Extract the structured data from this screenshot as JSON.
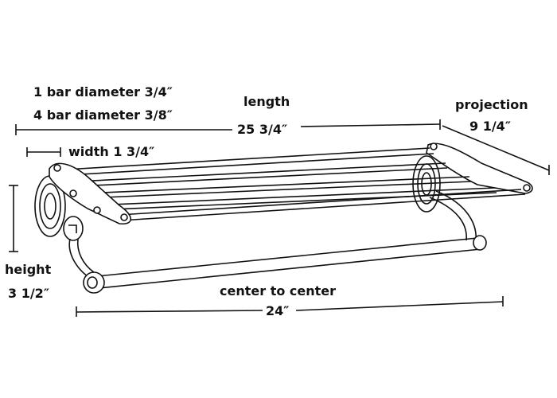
{
  "labels": {
    "bar1": "1 bar diameter 3/4″",
    "bar4": "4 bar diameter 3/8″",
    "length_label": "length",
    "length_value": "25 3/4″",
    "projection_label": "projection",
    "projection_value": "9 1/4″",
    "width": "width 1 3/4″",
    "height_label": "height",
    "height_value": "3 1/2″",
    "center_label": "center to center",
    "center_value": "24″"
  }
}
